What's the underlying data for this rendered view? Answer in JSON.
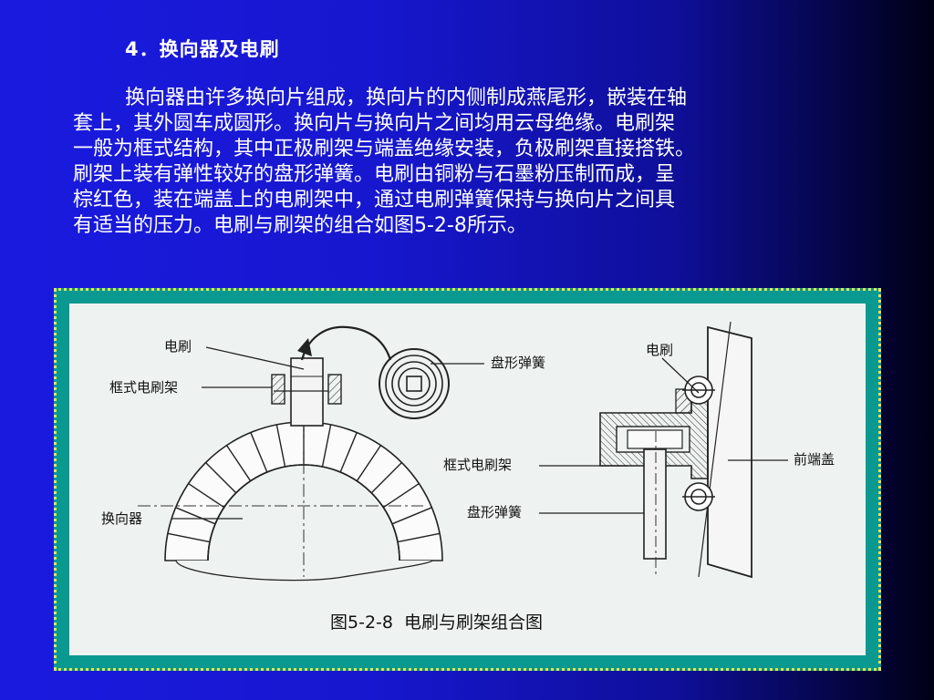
{
  "slide": {
    "title": "4．换向器及电刷",
    "paragraph_lines": [
      "换向器由许多换向片组成，换向片的内侧制成燕尾形，嵌装在轴",
      "套上，其外圆车成圆形。换向片与换向片之间均用云母绝缘。电刷架",
      "一般为框式结构，其中正极刷架与端盖绝缘安装，负极刷架直接搭铁。",
      "刷架上装有弹性较好的盘形弹簧。电刷由铜粉与石墨粉压制而成，呈",
      "棕红色，装在端盖上的电刷架中，通过电刷弹簧保持与换向片之间具",
      "有适当的压力。电刷与刷架的组合如图5-2-8所示。"
    ]
  },
  "figure": {
    "caption": "图5-2-8  电刷与刷架组合图",
    "left_labels": {
      "brush": "电刷",
      "frame_holder": "框式电刷架",
      "commutator": "换向器",
      "spring": "盘形弹簧"
    },
    "right_labels": {
      "brush": "电刷",
      "frame_holder": "框式电刷架",
      "spring": "盘形弹簧",
      "front_cover": "前端盖"
    }
  }
}
